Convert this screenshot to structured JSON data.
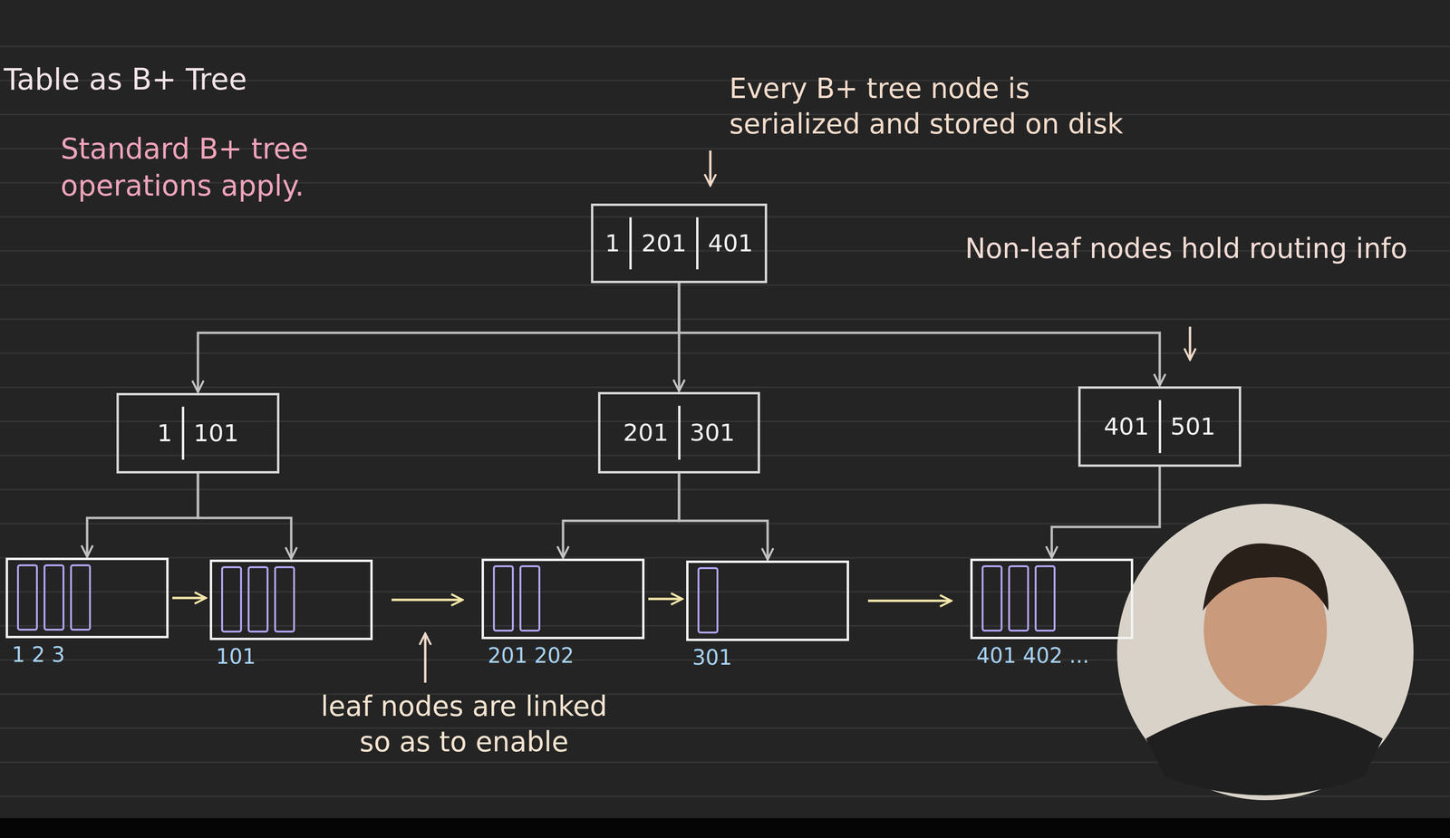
{
  "diagram": {
    "title": "Table as B+ Tree",
    "nodes": [
      {
        "text": [
          "1",
          "201",
          "401"
        ]
      },
      {
        "text": [
          "1",
          "101"
        ]
      },
      {
        "text": [
          "201",
          "301"
        ]
      },
      {
        "text": [
          "401",
          "501"
        ]
      },
      {
        "text": [
          "1 2 3"
        ]
      },
      {
        "text": [
          "101"
        ]
      },
      {
        "text": [
          "201 202"
        ]
      },
      {
        "text": [
          "301"
        ]
      },
      {
        "text": [
          "401 402 ..."
        ]
      }
    ],
    "edges": [
      {
        "from": 0,
        "to": 1,
        "arrow": "to"
      },
      {
        "from": 0,
        "to": 2,
        "arrow": "to"
      },
      {
        "from": 0,
        "to": 3,
        "arrow": "to"
      },
      {
        "from": 1,
        "to": 4,
        "arrow": "to"
      },
      {
        "from": 1,
        "to": 5,
        "arrow": "to"
      },
      {
        "from": 2,
        "to": 6,
        "arrow": "to"
      },
      {
        "from": 2,
        "to": 7,
        "arrow": "to"
      },
      {
        "from": 3,
        "to": 8,
        "arrow": "to"
      },
      {
        "from": 4,
        "to": 5,
        "arrow": "to"
      },
      {
        "from": 5,
        "to": 6,
        "arrow": "to"
      },
      {
        "from": 6,
        "to": 7,
        "arrow": "to"
      },
      {
        "from": 7,
        "to": 8,
        "arrow": "to"
      }
    ],
    "labels": [
      "Standard B+ tree operations apply.",
      "Every B+ tree node is serialized and stored on disk",
      "Non-leaf nodes hold routing info",
      "leaf nodes are linked so as to enable"
    ]
  }
}
